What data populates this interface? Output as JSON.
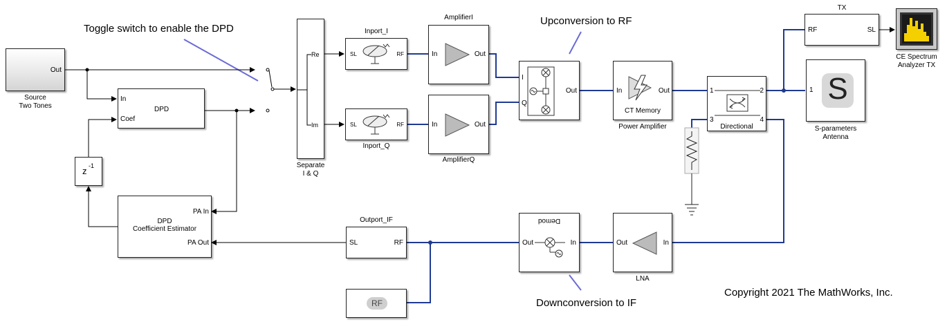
{
  "annotations": {
    "toggle": "Toggle switch to enable the DPD",
    "upconversion": "Upconversion to RF",
    "downconversion": "Downconversion to IF",
    "copyright": "Copyright 2021 The MathWorks, Inc."
  },
  "blocks": {
    "source": {
      "line1": "Source",
      "line2": "Two Tones",
      "port_out": "Out"
    },
    "dpd": {
      "title": "DPD",
      "port_in": "In",
      "port_coef": "Coef"
    },
    "delay": {
      "label": "z",
      "exp": "-1"
    },
    "estimator": {
      "line1": "DPD",
      "line2": "Coefficient Estimator",
      "port_pa_in": "PA In",
      "port_pa_out": "PA Out"
    },
    "separate": {
      "line1": "Separate",
      "line2": "I & Q",
      "port_re": "Re",
      "port_im": "Im"
    },
    "inport_i": {
      "title": "Inport_I",
      "port_sl": "SL",
      "port_rf": "RF"
    },
    "inport_q": {
      "title": "Inport_Q",
      "port_sl": "SL",
      "port_rf": "RF"
    },
    "amplifier_i": {
      "title": "AmplifierI",
      "port_in": "In",
      "port_out": "Out"
    },
    "amplifier_q": {
      "title": "AmplifierQ",
      "port_in": "In",
      "port_out": "Out"
    },
    "iq_modulator": {
      "port_i": "I",
      "port_q": "Q",
      "port_out": "Out"
    },
    "power_amplifier": {
      "title": "Power Amplifier",
      "inner": "CT Memory",
      "port_in": "In",
      "port_out": "Out"
    },
    "directional": {
      "title": "Directional",
      "p1": "1",
      "p2": "2",
      "p3": "3",
      "p4": "4"
    },
    "tx": {
      "title": "TX",
      "port_rf": "RF",
      "port_sl": "SL"
    },
    "spectrum": {
      "line1": "CE Spectrum",
      "line2": "Analyzer TX"
    },
    "antenna": {
      "line1": "S-parameters",
      "line2": "Antenna",
      "port": "1",
      "symbol": "S"
    },
    "lna": {
      "title": "LNA",
      "port_out": "Out",
      "port_in": "In"
    },
    "demod": {
      "title": "Demod",
      "port_out": "Out",
      "port_in": "In"
    },
    "outport_if": {
      "title": "Outport_IF",
      "port_sl": "SL",
      "port_rf": "RF"
    },
    "rf_config": {
      "label": "RF"
    }
  },
  "colors": {
    "signal": "#000000",
    "rf_line": "#1f3a93",
    "annotation_line": "#6b6bd6",
    "block_fill": "#ffffff"
  }
}
